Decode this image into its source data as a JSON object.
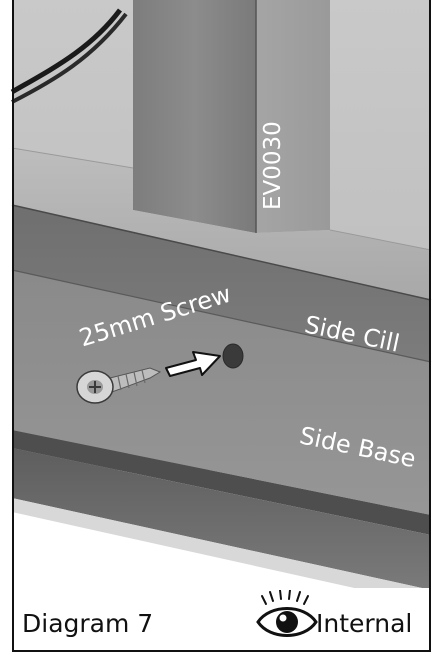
{
  "labels": {
    "screw": "25mm Screw",
    "cill": "Side Cill",
    "base": "Side Base",
    "code": "EV0030"
  },
  "caption": {
    "diagram": "Diagram 7",
    "view": "Internal",
    "view_icon": "eye-icon"
  },
  "colors": {
    "label_text": "#ffffff",
    "caption_text": "#111111",
    "frame": "#111111"
  }
}
